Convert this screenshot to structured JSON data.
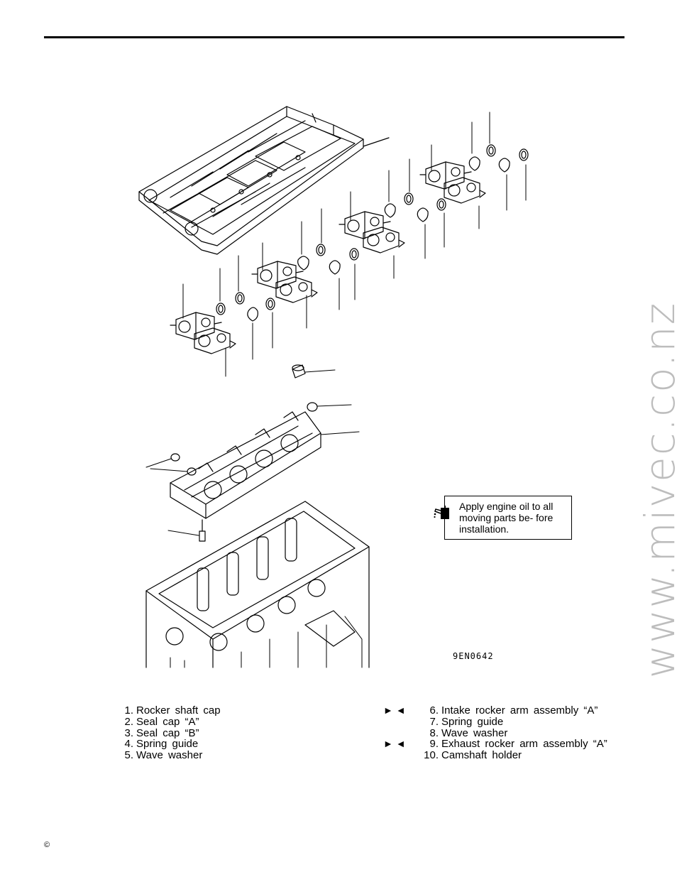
{
  "figure": {
    "code": "9EN0642",
    "note": "Apply engine oil to all moving parts be- fore installation.",
    "watermark": "www.mivec.co.nz",
    "icons": [
      "oil-can-icon"
    ]
  },
  "parts_left": [
    {
      "num": "1.",
      "name": "Rocker shaft cap"
    },
    {
      "num": "2.",
      "name": "Seal cap “A”"
    },
    {
      "num": "3.",
      "name": "Seal cap “B”"
    },
    {
      "num": "4.",
      "name": "Spring guide"
    },
    {
      "num": "5.",
      "name": "Wave washer"
    }
  ],
  "parts_right": [
    {
      "mark": "► ◄",
      "num": "6.",
      "name": "Intake rocker arm assembly “A”"
    },
    {
      "mark": "",
      "num": "7.",
      "name": "Spring guide"
    },
    {
      "mark": "",
      "num": "8.",
      "name": "Wave washer"
    },
    {
      "mark": "► ◄",
      "num": "9.",
      "name": "Exhaust rocker arm assembly “A”"
    },
    {
      "mark": "",
      "num": "10.",
      "name": "Camshaft holder"
    }
  ],
  "footer": {
    "copyright": "©"
  }
}
